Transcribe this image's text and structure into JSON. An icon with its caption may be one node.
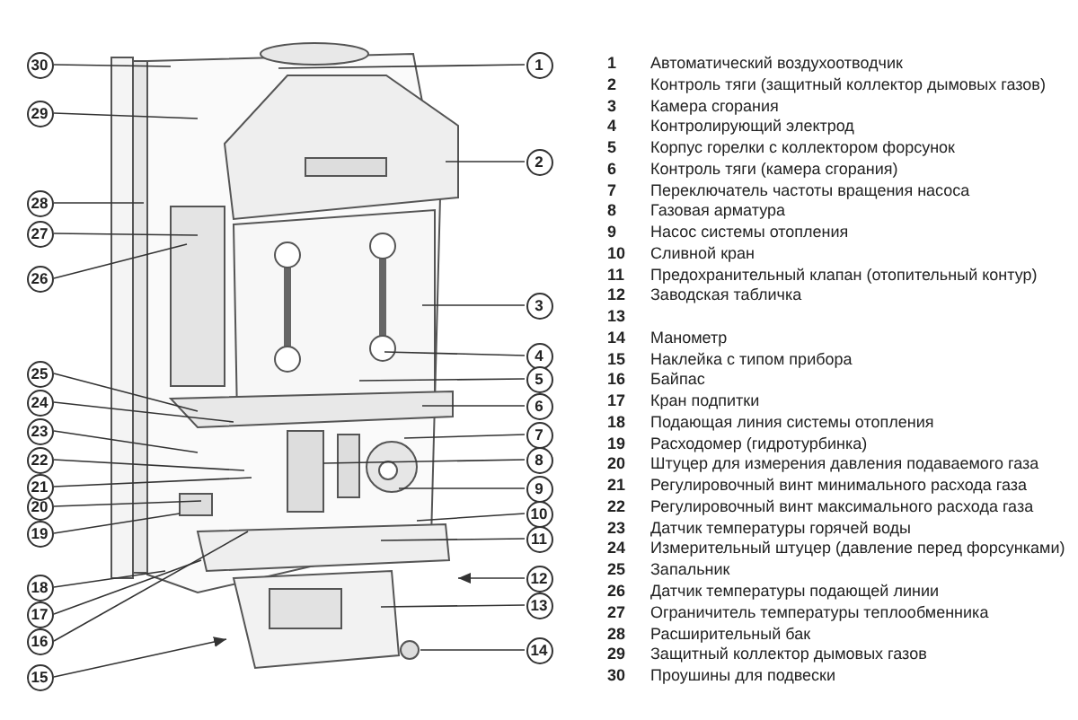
{
  "diagram": {
    "nodes": [
      {
        "text": [
          "1"
        ]
      },
      {
        "text": [
          "2"
        ]
      },
      {
        "text": [
          "3"
        ]
      },
      {
        "text": [
          "4"
        ]
      },
      {
        "text": [
          "5"
        ]
      },
      {
        "text": [
          "6"
        ]
      },
      {
        "text": [
          "7"
        ]
      },
      {
        "text": [
          "8"
        ]
      },
      {
        "text": [
          "9"
        ]
      },
      {
        "text": [
          "10"
        ]
      },
      {
        "text": [
          "11"
        ]
      },
      {
        "text": [
          "12"
        ]
      },
      {
        "text": [
          "13"
        ]
      },
      {
        "text": [
          "14"
        ]
      },
      {
        "text": [
          "15"
        ]
      },
      {
        "text": [
          "16"
        ]
      },
      {
        "text": [
          "17"
        ]
      },
      {
        "text": [
          "18"
        ]
      },
      {
        "text": [
          "19"
        ]
      },
      {
        "text": [
          "20"
        ]
      },
      {
        "text": [
          "21"
        ]
      },
      {
        "text": [
          "22"
        ]
      },
      {
        "text": [
          "23"
        ]
      },
      {
        "text": [
          "24"
        ]
      },
      {
        "text": [
          "25"
        ]
      },
      {
        "text": [
          "26"
        ]
      },
      {
        "text": [
          "27"
        ]
      },
      {
        "text": [
          "28"
        ]
      },
      {
        "text": [
          "29"
        ]
      },
      {
        "text": [
          "30"
        ]
      }
    ],
    "edges": [
      {
        "from": 0,
        "to": null,
        "arrow": "none"
      },
      {
        "from": 1,
        "to": null,
        "arrow": "none"
      },
      {
        "from": 2,
        "to": null,
        "arrow": "none"
      },
      {
        "from": 3,
        "to": null,
        "arrow": "none"
      },
      {
        "from": 4,
        "to": null,
        "arrow": "none"
      },
      {
        "from": 5,
        "to": null,
        "arrow": "none"
      },
      {
        "from": 6,
        "to": null,
        "arrow": "none"
      },
      {
        "from": 7,
        "to": null,
        "arrow": "none"
      },
      {
        "from": 8,
        "to": null,
        "arrow": "none"
      },
      {
        "from": 9,
        "to": null,
        "arrow": "none"
      },
      {
        "from": 10,
        "to": null,
        "arrow": "none"
      },
      {
        "from": 11,
        "to": null,
        "arrow": "to"
      },
      {
        "from": 12,
        "to": null,
        "arrow": "none"
      },
      {
        "from": 13,
        "to": null,
        "arrow": "none"
      },
      {
        "from": 14,
        "to": null,
        "arrow": "to"
      },
      {
        "from": 15,
        "to": null,
        "arrow": "none"
      },
      {
        "from": 16,
        "to": null,
        "arrow": "none"
      },
      {
        "from": 17,
        "to": null,
        "arrow": "none"
      },
      {
        "from": 18,
        "to": null,
        "arrow": "none"
      },
      {
        "from": 19,
        "to": null,
        "arrow": "none"
      },
      {
        "from": 20,
        "to": null,
        "arrow": "none"
      },
      {
        "from": 21,
        "to": null,
        "arrow": "none"
      },
      {
        "from": 22,
        "to": null,
        "arrow": "none"
      },
      {
        "from": 23,
        "to": null,
        "arrow": "none"
      },
      {
        "from": 24,
        "to": null,
        "arrow": "none"
      },
      {
        "from": 25,
        "to": null,
        "arrow": "none"
      },
      {
        "from": 26,
        "to": null,
        "arrow": "none"
      },
      {
        "from": 27,
        "to": null,
        "arrow": "none"
      },
      {
        "from": 28,
        "to": null,
        "arrow": "none"
      },
      {
        "from": 29,
        "to": null,
        "arrow": "none"
      }
    ],
    "labels": [
      "1",
      "Автоматический воздухоотводчик",
      "2",
      "Контроль тяги (защитный коллектор дымовых газов)",
      "3",
      "Камера сгорания",
      "4",
      "Контролирующий электрод",
      "5",
      "Корпус горелки с коллектором форсунок",
      "6",
      "Контроль тяги (камера сгорания)",
      "7",
      "Переключатель частоты вращения насоса",
      "8",
      "Газовая арматура",
      "9",
      "Насос системы отопления",
      "10",
      "Сливной кран",
      "11",
      "Предохранительный клапан (отопительный контур)",
      "12",
      "Заводская табличка",
      "13",
      "14",
      "Манометр",
      "15",
      "Наклейка с типом прибора",
      "16",
      "Байпас",
      "17",
      "Кран подпитки",
      "18",
      "Подающая линия системы отопления",
      "19",
      "Расходомер (гидротурбинка)",
      "20",
      "Штуцер для измерения давления подаваемого газа",
      "21",
      "Регулировочный винт минимального расхода газа",
      "22",
      "Регулировочный винт максимального расхода газа",
      "23",
      "Датчик температуры горячей воды",
      "24",
      "Измерительный штуцер (давление перед форсунками)",
      "25",
      "Запальник",
      "26",
      "Датчик температуры подающей линии",
      "27",
      "Ограничитель температуры теплообменника",
      "28",
      "Расширительный бак",
      "29",
      "Защитный коллектор дымовых газов",
      "30",
      "Проушины для подвески"
    ]
  }
}
